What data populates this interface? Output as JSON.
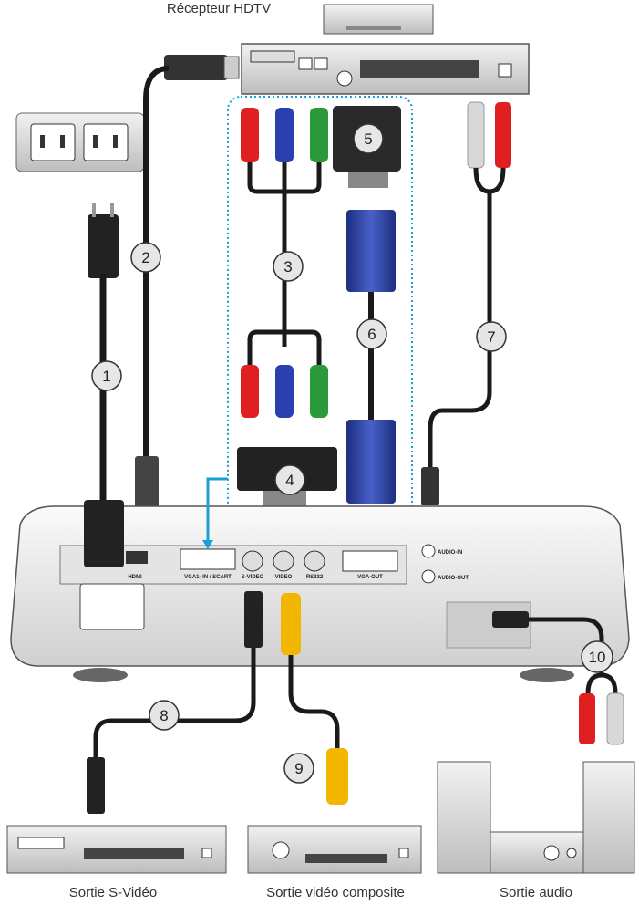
{
  "captions": {
    "hdtv": "Récepteur HDTV",
    "svideo": "Sortie S-Vidéo",
    "composite": "Sortie vidéo composite",
    "audio": "Sortie audio"
  },
  "ports": {
    "hdmi": "HDMI",
    "vga1": "VGA1- IN / SCART",
    "svideo": "S-VIDEO",
    "video": "VIDEO",
    "rs232": "RS232",
    "vgaout": "VGA-OUT",
    "audioin": "AUDIO-IN",
    "audioout": "AUDIO-OUT"
  },
  "callouts": [
    "1",
    "2",
    "3",
    "4",
    "5",
    "6",
    "7",
    "8",
    "9",
    "10"
  ],
  "colors": {
    "cable": "#1a1a1a",
    "red_plug": "#e02020",
    "blue_plug": "#2a3fb0",
    "green_plug": "#2a9a3a",
    "yellow_plug": "#f2b600",
    "white_plug": "#d8d8d8",
    "vga_blue": "#2b3f9c",
    "highlight": "#18a0d8"
  }
}
